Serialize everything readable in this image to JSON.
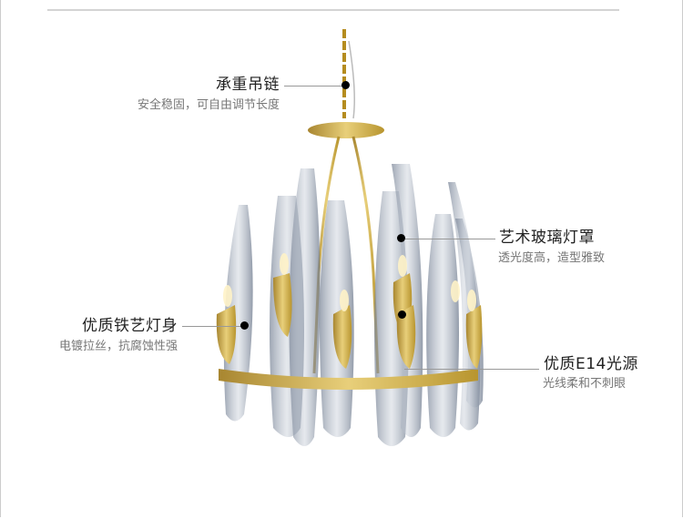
{
  "annotations": [
    {
      "title": "承重吊链",
      "subtitle": "安全稳固，可自由调节长度"
    },
    {
      "title": "艺术玻璃灯罩",
      "subtitle": "透光度高，造型雅致"
    },
    {
      "title": "优质铁艺灯身",
      "subtitle": "电镀拉丝，抗腐蚀性强"
    },
    {
      "title": "优质E14光源",
      "subtitle": "光线柔和不刺眼"
    }
  ],
  "colors": {
    "gold": "#c9a547",
    "glass": "#8e9aab",
    "dot": "#000000"
  }
}
